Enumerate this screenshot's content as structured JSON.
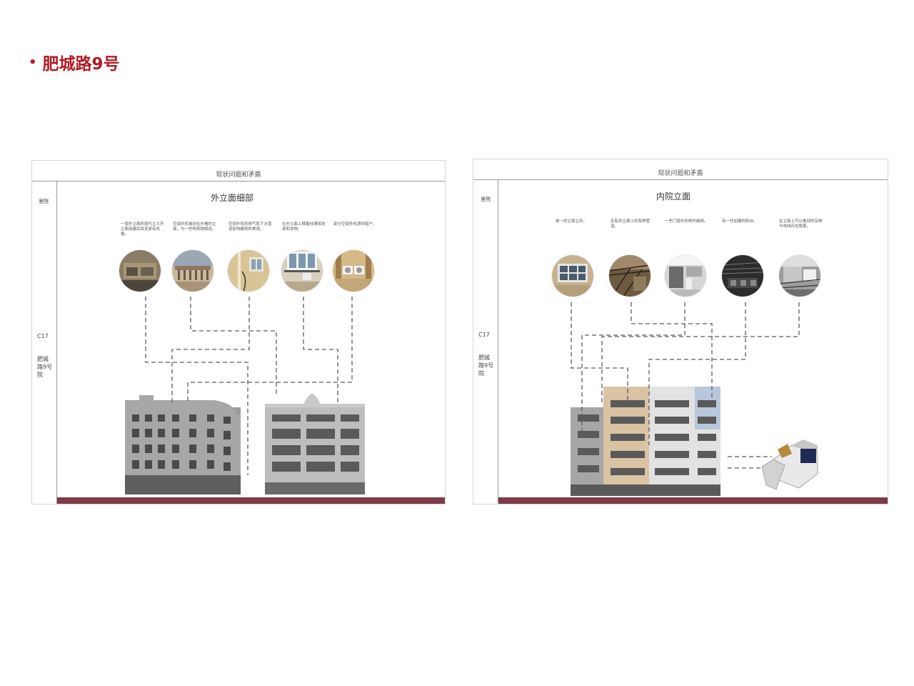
{
  "slide": {
    "bullet": "•",
    "title": "肥城路9号",
    "accent_color": "#b01c24"
  },
  "left_board": {
    "header": "现状问题和矛盾",
    "side_category": "里院",
    "side_code": "C17",
    "side_name": "肥城路9号院",
    "subtitle": "外立面细部",
    "captions": [
      "一层外立面的现代主义开立面加建后改变原有风格。",
      "空调外机被挂在外墙的立面，与一些构筑物相连。",
      "空调外机的排气和下水管道影响建筑的美观。",
      "在外立面上横着挂满晾衣架和衣物。",
      "部分空调外机遮挡窗户。"
    ],
    "photo_icons": [
      "shop-facade-photo",
      "balcony-railing-photo",
      "wall-pipes-photo",
      "window-ac-photo",
      "ac-units-photo"
    ]
  },
  "right_board": {
    "header": "现状问题和矛盾",
    "side_category": "里院",
    "side_code": "C17",
    "side_name": "肥城路9号院",
    "subtitle": "内院立面",
    "captions": [
      "单一的立面立形。",
      "杂乱的立面上的各种管道。",
      "一些门窗外的构件破损。",
      "有一些加建的阳台。",
      "在立面上可以看到的杂物与电线存在隐患。"
    ],
    "photo_icons": [
      "window-photo",
      "wires-photo",
      "corridor-photo",
      "dark-balcony-photo",
      "rooftop-addition-photo"
    ]
  },
  "colors": {
    "footer_bar": "#7d3b47",
    "dash_line": "#5a5a6a"
  }
}
